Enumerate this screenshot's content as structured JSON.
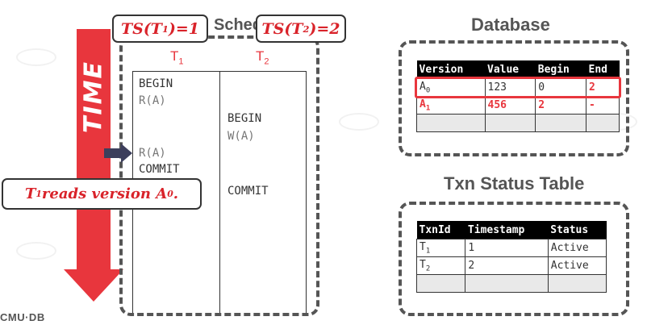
{
  "schedule": {
    "title": "Schedule",
    "t1_header": "T",
    "t1_sub": "1",
    "t2_header": "T",
    "t2_sub": "2",
    "t1_ops": [
      "BEGIN",
      "R(A)",
      "R(A)",
      "COMMIT"
    ],
    "t2_ops": [
      "BEGIN",
      "W(A)",
      "COMMIT"
    ]
  },
  "time_label": "TIME",
  "callouts": {
    "ts1_prefix": "TS(T",
    "ts1_sub": "1",
    "ts1_suffix": ")=1",
    "ts2_prefix": "TS(T",
    "ts2_sub": "2",
    "ts2_suffix": ")=2",
    "note_t": "T",
    "note_t_sub": "1",
    "note_mid": " reads version A",
    "note_a_sub": "0",
    "note_end": "."
  },
  "database": {
    "title": "Database",
    "columns": [
      "Version",
      "Value",
      "Begin",
      "End"
    ],
    "rows": [
      {
        "version": "A",
        "version_sub": "0",
        "value": "123",
        "begin": "0",
        "end": "2"
      },
      {
        "version": "A",
        "version_sub": "1",
        "value": "456",
        "begin": "2",
        "end": "-"
      }
    ]
  },
  "txn_status": {
    "title": "Txn Status Table",
    "columns": [
      "TxnId",
      "Timestamp",
      "Status"
    ],
    "rows": [
      {
        "txn": "T",
        "txn_sub": "1",
        "timestamp": "1",
        "status": "Active"
      },
      {
        "txn": "T",
        "txn_sub": "2",
        "timestamp": "2",
        "status": "Active"
      }
    ]
  },
  "footer_logo": "CMU·DB",
  "colors": {
    "accent_red": "#e8363d",
    "frame_gray": "#555555",
    "pointer_navy": "#3d3f5c"
  }
}
